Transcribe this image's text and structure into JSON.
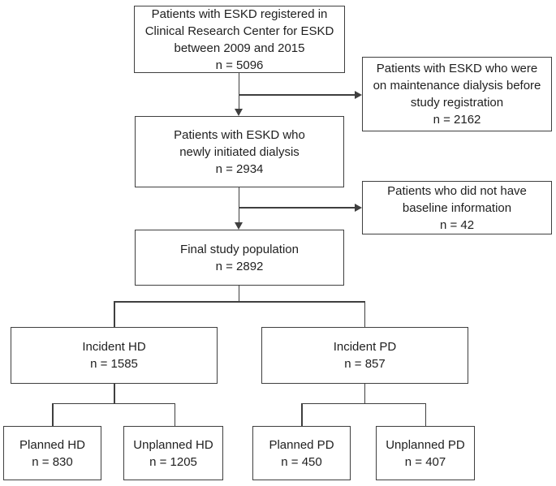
{
  "figure": {
    "type": "flowchart",
    "background_color": "#ffffff",
    "line_color": "#3f3f3f",
    "text_color": "#1f1f1f"
  },
  "nodes": {
    "registered": {
      "label": "Patients with ESKD registered in\nClinical Research Center for ESKD\nbetween 2009 and 2015",
      "count": "n = 5096"
    },
    "maintenance": {
      "label": "Patients with ESKD who were\non maintenance dialysis before\nstudy registration",
      "count": "n = 2162"
    },
    "newly_initiated": {
      "label": "Patients with ESKD who\nnewly initiated dialysis",
      "count": "n = 2934"
    },
    "no_baseline": {
      "label": "Patients who did not have\nbaseline information",
      "count": "n = 42"
    },
    "final_population": {
      "label": "Final study population",
      "count": "n = 2892"
    },
    "incident_hd": {
      "label": "Incident HD",
      "count": "n = 1585"
    },
    "incident_pd": {
      "label": "Incident PD",
      "count": "n = 857"
    },
    "planned_hd": {
      "label": "Planned HD",
      "count": "n = 830"
    },
    "unplanned_hd": {
      "label": "Unplanned HD",
      "count": "n = 1205"
    },
    "planned_pd": {
      "label": "Planned PD",
      "count": "n = 450"
    },
    "unplanned_pd": {
      "label": "Unplanned PD",
      "count": "n = 407"
    }
  }
}
